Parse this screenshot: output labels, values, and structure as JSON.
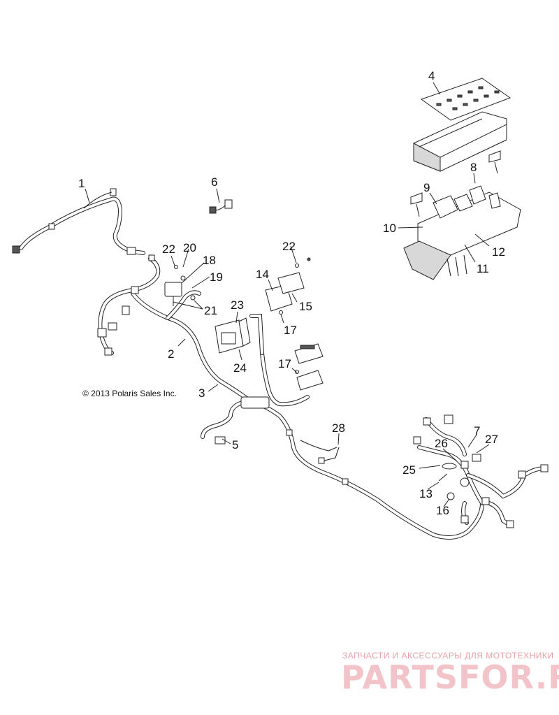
{
  "copyright": "© 2013 Polaris Sales Inc.",
  "watermark": {
    "tagline": "ЗАПЧАСТИ И АКСЕССУАРЫ ДЛЯ МОТОТЕХНИКИ",
    "brand": "PARTSFOR.RU",
    "color": "#e8a0a8"
  },
  "callouts": [
    {
      "id": "c1",
      "label": "1"
    },
    {
      "id": "c2",
      "label": "2"
    },
    {
      "id": "c3",
      "label": "3"
    },
    {
      "id": "c4",
      "label": "4"
    },
    {
      "id": "c5",
      "label": "5"
    },
    {
      "id": "c6",
      "label": "6"
    },
    {
      "id": "c7",
      "label": "7"
    },
    {
      "id": "c8",
      "label": "8"
    },
    {
      "id": "c9",
      "label": "9"
    },
    {
      "id": "c10",
      "label": "10"
    },
    {
      "id": "c11",
      "label": "11"
    },
    {
      "id": "c12",
      "label": "12"
    },
    {
      "id": "c13",
      "label": "13"
    },
    {
      "id": "c14",
      "label": "14"
    },
    {
      "id": "c15",
      "label": "15"
    },
    {
      "id": "c16",
      "label": "16"
    },
    {
      "id": "c17a",
      "label": "17"
    },
    {
      "id": "c17b",
      "label": "17"
    },
    {
      "id": "c18",
      "label": "18"
    },
    {
      "id": "c19",
      "label": "19"
    },
    {
      "id": "c20",
      "label": "20"
    },
    {
      "id": "c21",
      "label": "21"
    },
    {
      "id": "c22a",
      "label": "22"
    },
    {
      "id": "c22b",
      "label": "22"
    },
    {
      "id": "c23",
      "label": "23"
    },
    {
      "id": "c24",
      "label": "24"
    },
    {
      "id": "c25",
      "label": "25"
    },
    {
      "id": "c26",
      "label": "26"
    },
    {
      "id": "c27",
      "label": "27"
    },
    {
      "id": "c28",
      "label": "28"
    }
  ]
}
